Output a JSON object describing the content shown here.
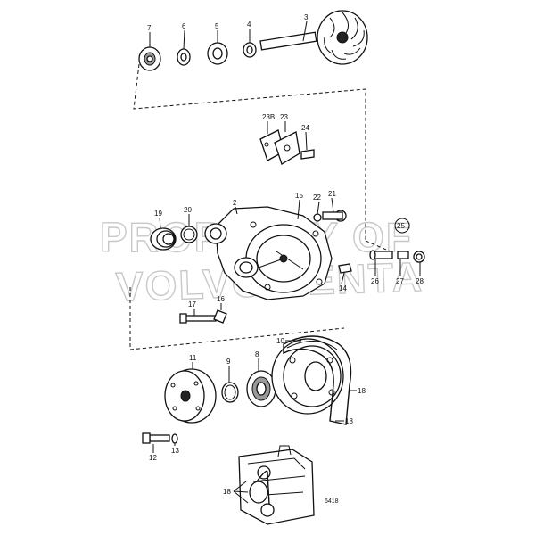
{
  "watermark": {
    "line1": "PROPERTY OF",
    "line2": "VOLVO PENTA"
  },
  "figure_number": "6418",
  "callouts": {
    "c3": "3",
    "c4": "4",
    "c5": "5",
    "c6": "6",
    "c7": "7",
    "c23B": "23B",
    "c23": "23",
    "c24": "24",
    "c2": "2",
    "c15": "15",
    "c22": "22",
    "c21": "21",
    "c19": "19",
    "c20": "20",
    "c25": "25",
    "c26": "26",
    "c27": "27",
    "c28": "28",
    "c14": "14",
    "c17": "17",
    "c16": "16",
    "c10": "10",
    "c11": "11",
    "c9": "9",
    "c8": "8",
    "c18a": "18",
    "c18b": "18",
    "c18c": "18",
    "c12": "12",
    "c13": "13"
  }
}
